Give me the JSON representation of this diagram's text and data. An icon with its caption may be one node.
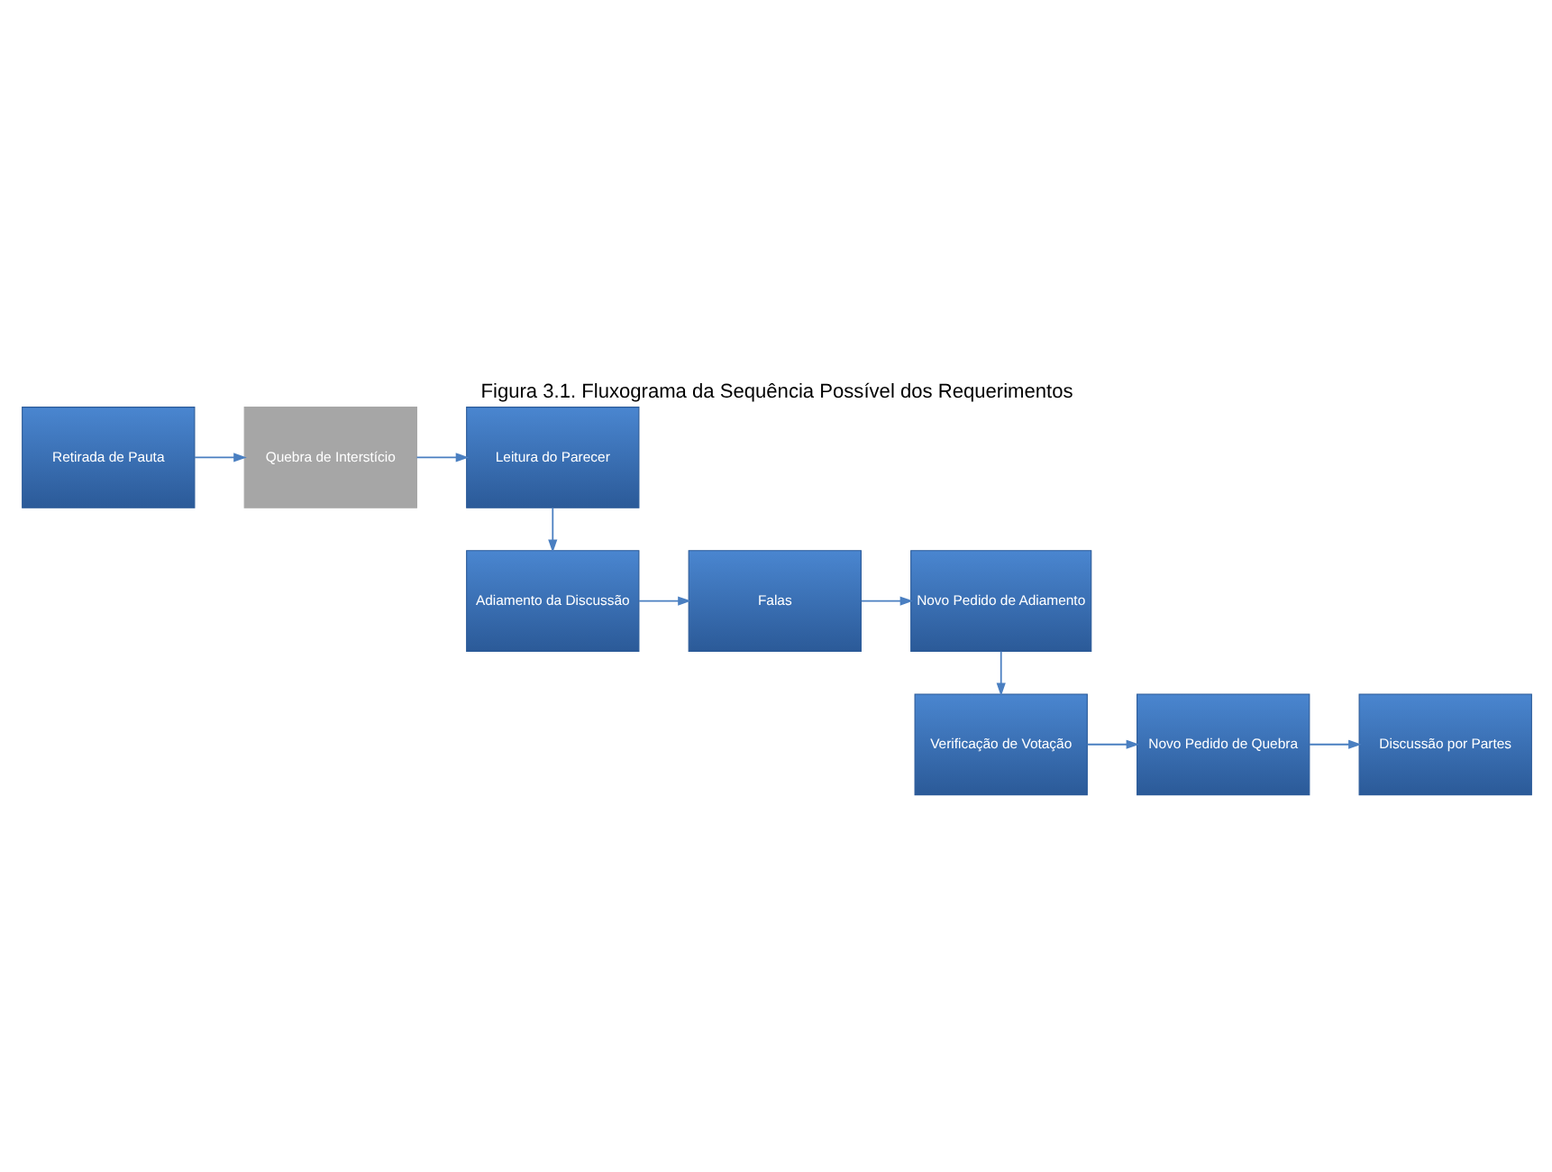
{
  "diagram": {
    "title": "Figura 3.1. Fluxograma da Sequência Possível dos Requerimentos",
    "nodes": [
      {
        "text": [
          "Retirada de Pauta"
        ]
      },
      {
        "text": [
          "Quebra de Interstício"
        ]
      },
      {
        "text": [
          "Leitura do Parecer"
        ]
      },
      {
        "text": [
          "Adiamento da Discussão"
        ]
      },
      {
        "text": [
          "Falas"
        ]
      },
      {
        "text": [
          "Novo Pedido de Adiamento"
        ]
      },
      {
        "text": [
          "Verificação de Votação"
        ]
      },
      {
        "text": [
          "Novo Pedido de Quebra"
        ]
      },
      {
        "text": [
          "Discussão por Partes"
        ]
      }
    ],
    "edges": [
      {
        "from": 0,
        "to": 1,
        "arrow": "to"
      },
      {
        "from": 1,
        "to": 2,
        "arrow": "to"
      },
      {
        "from": 2,
        "to": 3,
        "arrow": "to"
      },
      {
        "from": 3,
        "to": 4,
        "arrow": "to"
      },
      {
        "from": 4,
        "to": 5,
        "arrow": "to"
      },
      {
        "from": 5,
        "to": 6,
        "arrow": "to"
      },
      {
        "from": 6,
        "to": 7,
        "arrow": "to"
      },
      {
        "from": 7,
        "to": 8,
        "arrow": "to"
      }
    ]
  }
}
